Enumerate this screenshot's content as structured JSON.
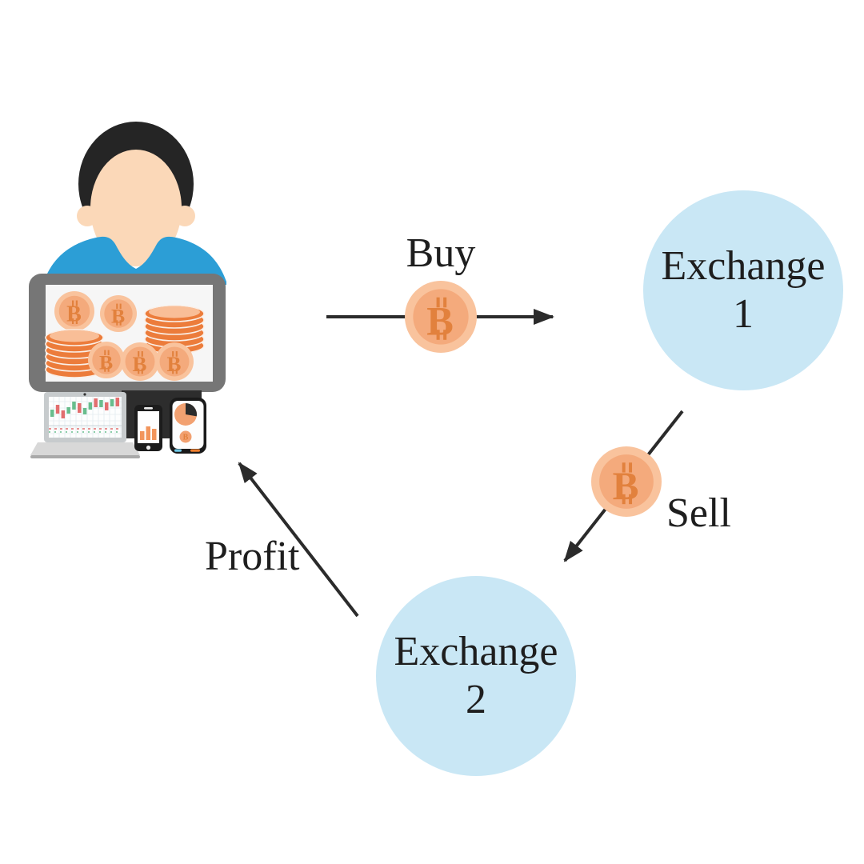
{
  "diagram": {
    "trader": {
      "icon": "trader-with-bitcoin-monitor"
    },
    "exchange1": {
      "line1": "Exchange",
      "line2": "1"
    },
    "exchange2": {
      "line1": "Exchange",
      "line2": "2"
    },
    "flow_buy": {
      "label": "Buy",
      "icon": "bitcoin-coin"
    },
    "flow_sell": {
      "label": "Sell",
      "icon": "bitcoin-coin"
    },
    "flow_profit": {
      "label": "Profit"
    },
    "icons": {
      "bitcoin_coin": "circle-with-B-symbol",
      "coin_stack": "stacked-orange-coins",
      "candlestick_chart": "red-green-candles",
      "bar_chart": "orange-bars",
      "pie_chart": "orange-pie-black-wedge"
    },
    "colors": {
      "exchange_circle": "#C9E7F5",
      "coin_outer": "#F9C39D",
      "coin_inner": "#F4AA7C",
      "coin_symbol": "#E2813D",
      "stacked_coin": "#EC7C3B",
      "arrow": "#2B2B2B",
      "label_text": "#1E1E1E",
      "shirt": "#2C9ED6",
      "skin": "#FBD8B8",
      "hair": "#252525",
      "monitor_frame": "#767676",
      "candle_green": "#68BD8D",
      "candle_red": "#E26E6E"
    }
  }
}
